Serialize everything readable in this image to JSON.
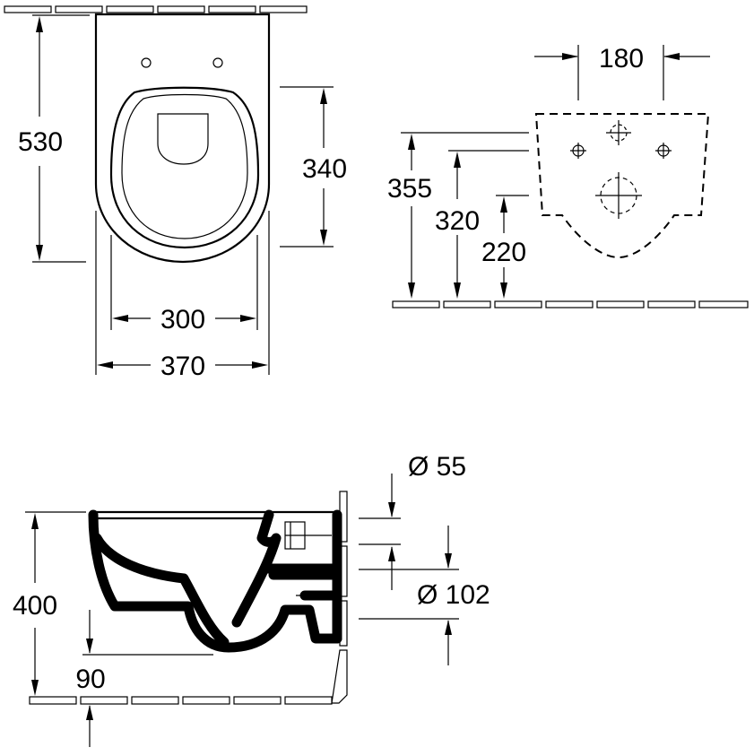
{
  "top_view": {
    "dims": {
      "depth": "530",
      "seat_inner": "340",
      "inner_width": "300",
      "width": "370"
    }
  },
  "wall_view": {
    "dims": {
      "bolt_spacing": "180",
      "upper_height": "355",
      "mid_height": "320",
      "lower_height": "220"
    }
  },
  "side_view": {
    "dims": {
      "inlet_diameter": "Ø 55",
      "outlet_diameter": "Ø 102",
      "height": "400",
      "clearance": "90"
    }
  }
}
